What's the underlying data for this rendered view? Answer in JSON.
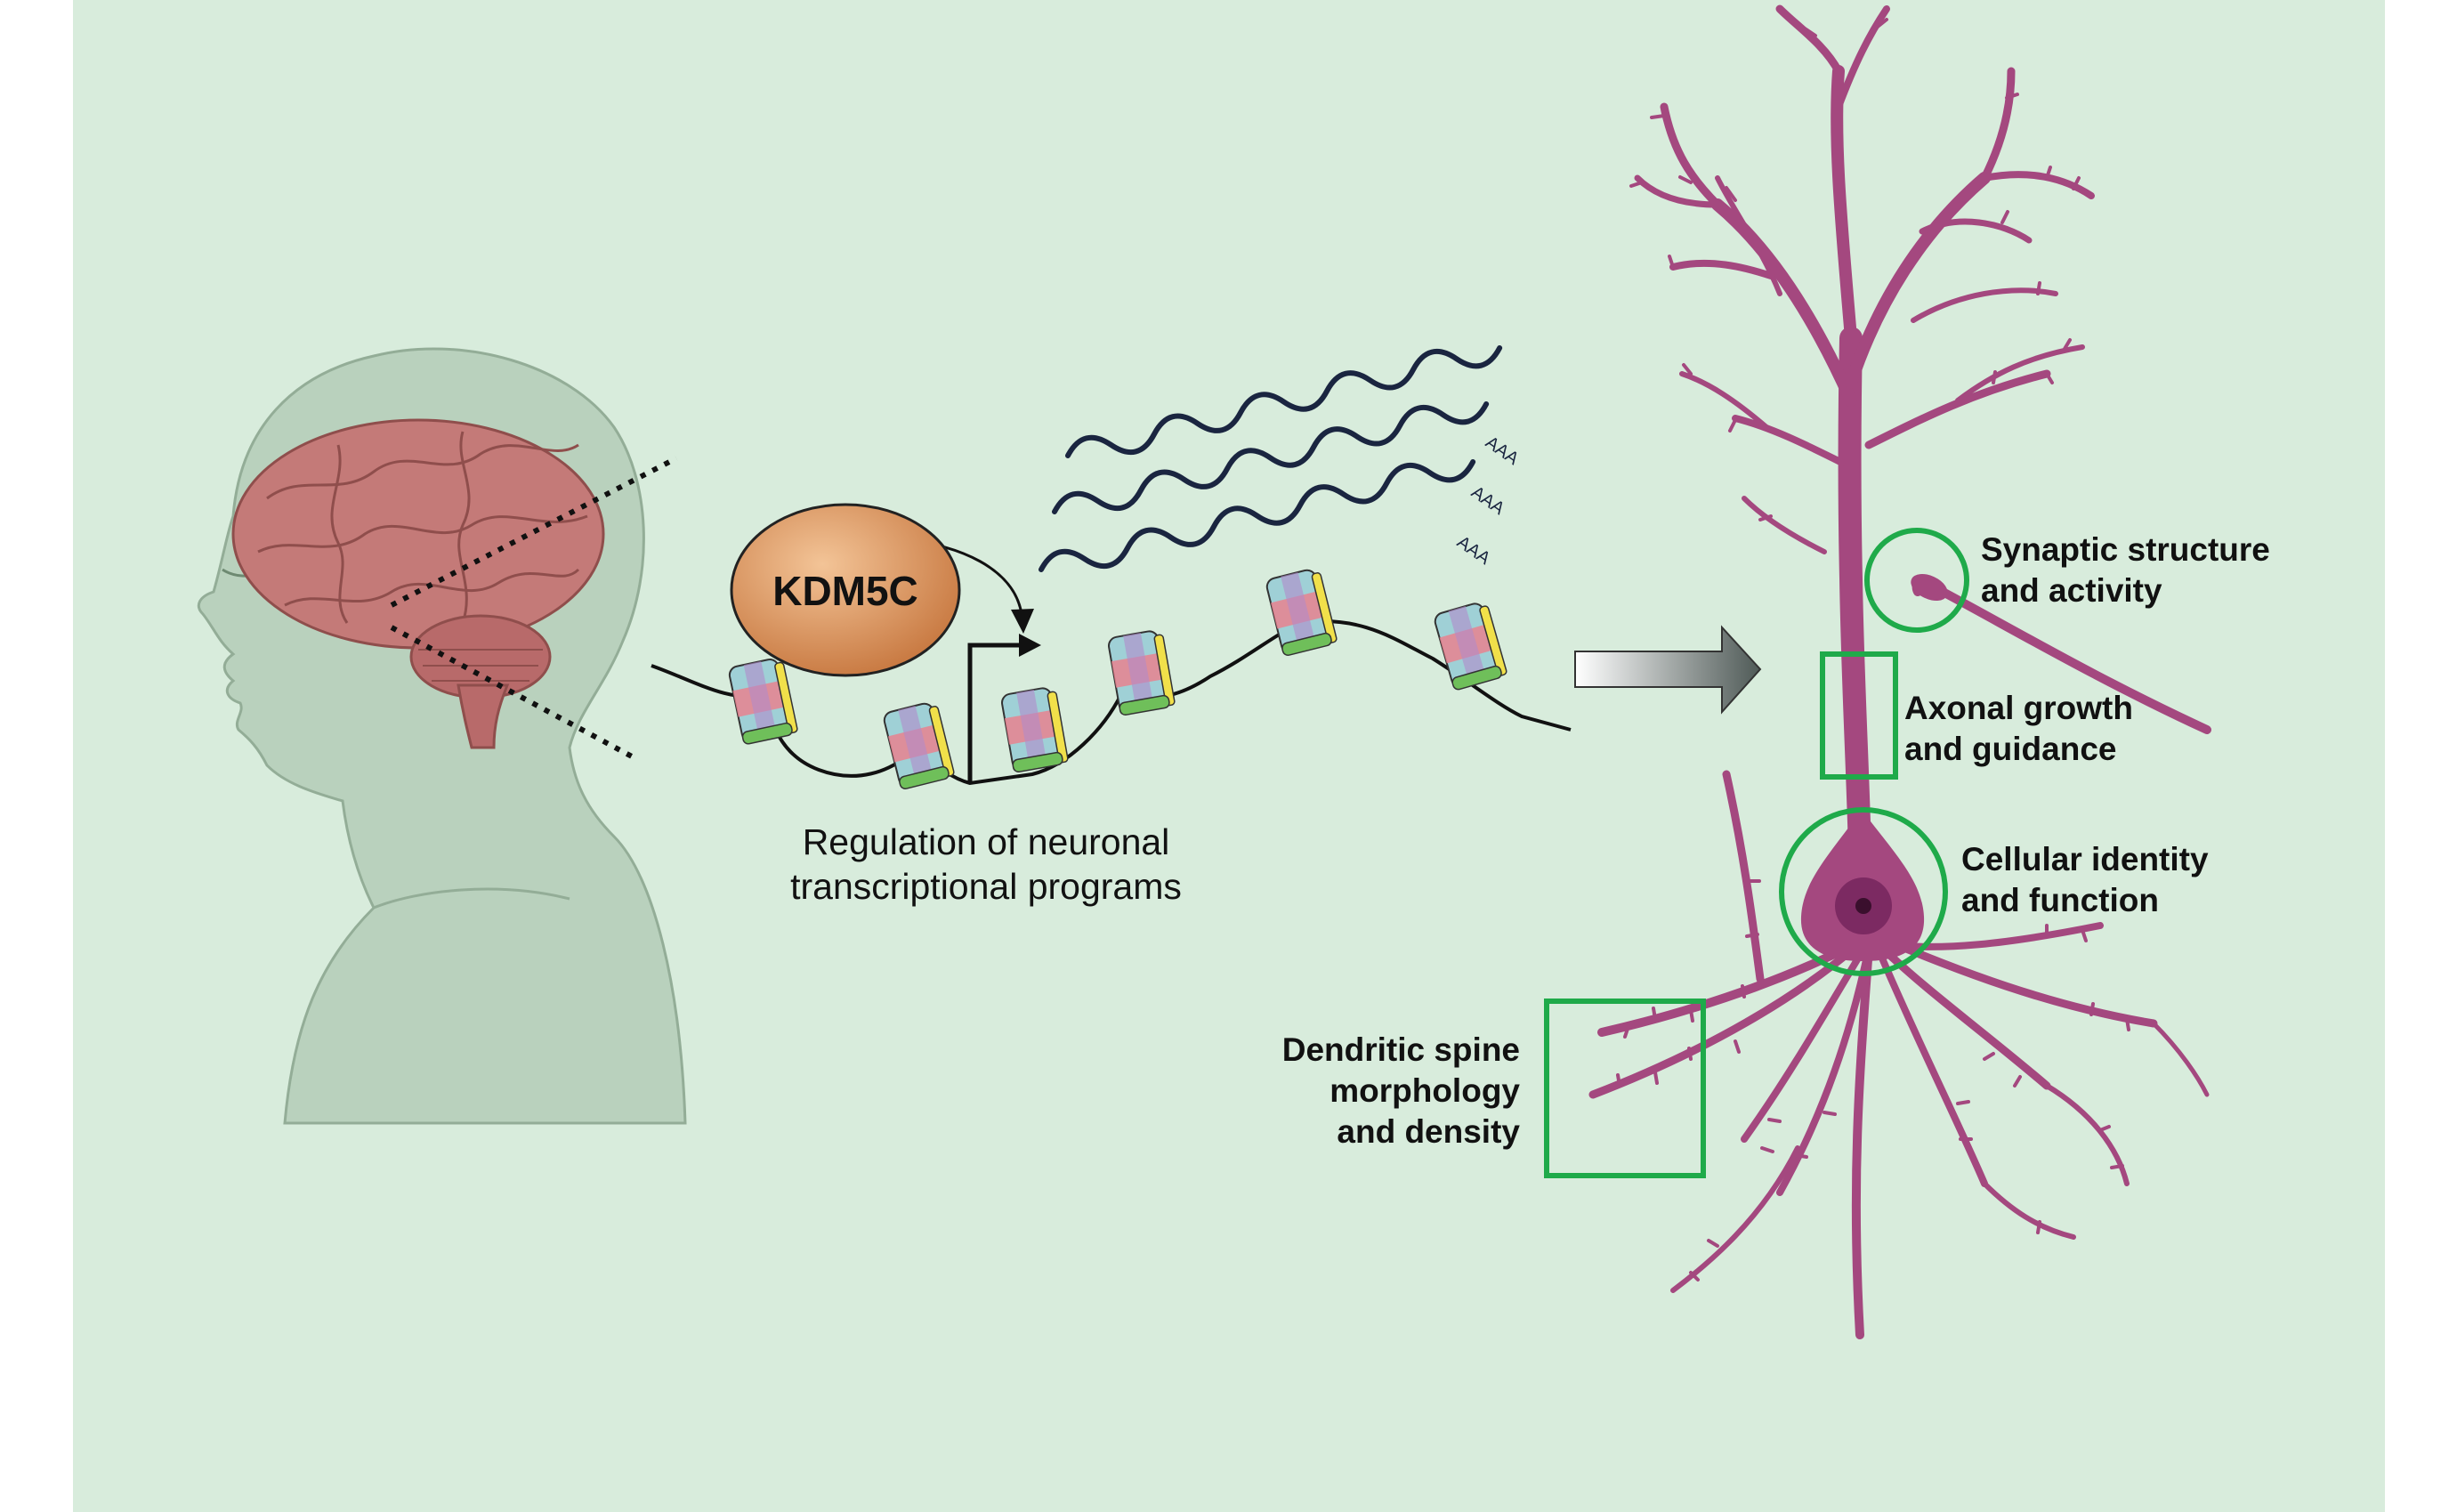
{
  "kdm5c_label": "KDM5C",
  "regulation_caption": {
    "line1": "Regulation of neuronal",
    "line2": "transcriptional programs"
  },
  "polyA_tail": "AAA",
  "labels": {
    "synaptic": [
      "Synaptic structure",
      "and activity"
    ],
    "axonal": [
      "Axonal growth",
      "and guidance"
    ],
    "cellular": [
      "Cellular identity",
      "and function"
    ],
    "dendritic": [
      "Dendritic spine",
      "morphology",
      "and density"
    ]
  },
  "colors": {
    "background": "#d8ecdc",
    "neuron": "#a4487f",
    "highlight": "#1faa4a",
    "brain": "#c47a78",
    "kdm5c": "#d98a52",
    "mrna": "#1a2540"
  }
}
